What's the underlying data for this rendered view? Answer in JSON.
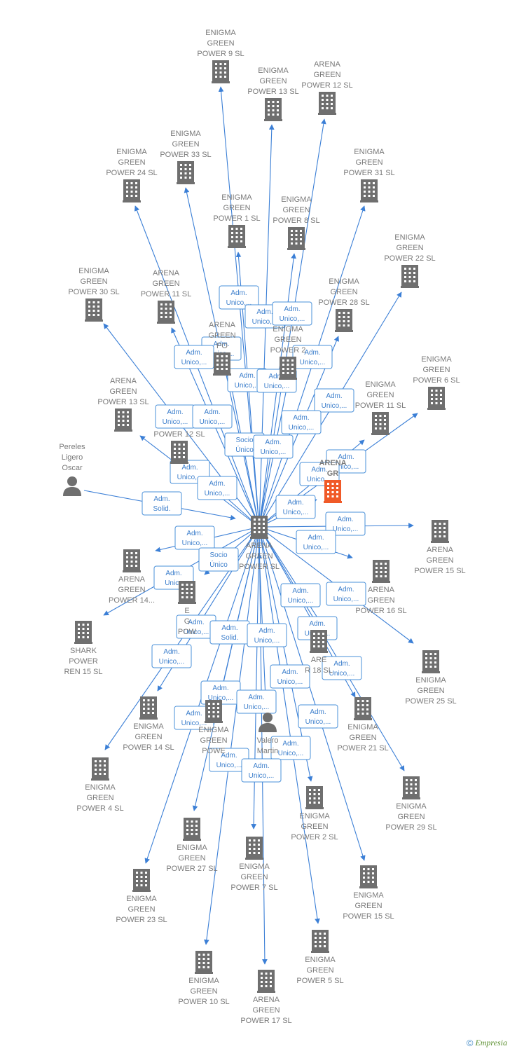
{
  "center": {
    "id": "center",
    "label": [
      "ARENA",
      "GREEN",
      "POWER  SL"
    ],
    "type": "company"
  },
  "nodes": [
    {
      "id": "egp9",
      "label": [
        "ENIGMA",
        "GREEN",
        "POWER 9  SL"
      ],
      "type": "company"
    },
    {
      "id": "egp13",
      "label": [
        "ENIGMA",
        "GREEN",
        "POWER 13  SL"
      ],
      "type": "company"
    },
    {
      "id": "agp12",
      "label": [
        "ARENA",
        "GREEN",
        "POWER 12  SL"
      ],
      "type": "company"
    },
    {
      "id": "egp33",
      "label": [
        "ENIGMA",
        "GREEN",
        "POWER 33  SL"
      ],
      "type": "company"
    },
    {
      "id": "egp24",
      "label": [
        "ENIGMA",
        "GREEN",
        "POWER 24  SL"
      ],
      "type": "company"
    },
    {
      "id": "egp31",
      "label": [
        "ENIGMA",
        "GREEN",
        "POWER 31  SL"
      ],
      "type": "company"
    },
    {
      "id": "egp1",
      "label": [
        "ENIGMA",
        "GREEN",
        "POWER 1  SL"
      ],
      "type": "company"
    },
    {
      "id": "egp8",
      "label": [
        "ENIGMA",
        "GREEN",
        "POWER 8  SL"
      ],
      "type": "company"
    },
    {
      "id": "egp22",
      "label": [
        "ENIGMA",
        "GREEN",
        "POWER 22  SL"
      ],
      "type": "company"
    },
    {
      "id": "egp30",
      "label": [
        "ENIGMA",
        "GREEN",
        "POWER 30  SL"
      ],
      "type": "company"
    },
    {
      "id": "agp11",
      "label": [
        "ARENA",
        "GREEN",
        "POWER 11  SL"
      ],
      "type": "company"
    },
    {
      "id": "egp28",
      "label": [
        "ENIGMA",
        "GREEN",
        "POWER 28  SL"
      ],
      "type": "company"
    },
    {
      "id": "agpx",
      "label": [
        "ARENA",
        "GREEN",
        "PO"
      ],
      "type": "company"
    },
    {
      "id": "egpx",
      "label": [
        "ENIGMA",
        "GREEN",
        "POWER 2"
      ],
      "type": "company"
    },
    {
      "id": "egp6",
      "label": [
        "ENIGMA",
        "GREEN",
        "POWER 6  SL"
      ],
      "type": "company"
    },
    {
      "id": "agp13",
      "label": [
        "ARENA",
        "GREEN",
        "POWER 13  SL"
      ],
      "type": "company"
    },
    {
      "id": "egp11",
      "label": [
        "ENIGMA",
        "GREEN",
        "POWER 11  SL"
      ],
      "type": "company"
    },
    {
      "id": "gp12",
      "label": [
        "POWER 12  SL"
      ],
      "type": "company"
    },
    {
      "id": "pereles",
      "label": [
        "Pereles",
        "Ligero",
        "Oscar"
      ],
      "type": "person"
    },
    {
      "id": "agr",
      "label": [
        "ARENA",
        "GR"
      ],
      "type": "company",
      "highlight": true
    },
    {
      "id": "agp15",
      "label": [
        "ARENA",
        "GREEN",
        "POWER 15  SL"
      ],
      "type": "company"
    },
    {
      "id": "agp14",
      "label": [
        "ARENA",
        "GREEN",
        "POWER 14..."
      ],
      "type": "company"
    },
    {
      "id": "agp16",
      "label": [
        "ARENA",
        "GREEN",
        "POWER 16  SL"
      ],
      "type": "company"
    },
    {
      "id": "egy",
      "label": [
        "E",
        "G",
        "POW"
      ],
      "type": "company"
    },
    {
      "id": "shark",
      "label": [
        "SHARK",
        "POWER",
        "REN 15  SL"
      ],
      "type": "company"
    },
    {
      "id": "ar18",
      "label": [
        "ARE",
        "R 18  SL"
      ],
      "type": "company"
    },
    {
      "id": "egp25",
      "label": [
        "ENIGMA",
        "GREEN",
        "POWER 25  SL"
      ],
      "type": "company"
    },
    {
      "id": "egp14",
      "label": [
        "ENIGMA",
        "GREEN",
        "POWER 14  SL"
      ],
      "type": "company"
    },
    {
      "id": "egz",
      "label": [
        "ENIGMA",
        "GREEN",
        "POWE"
      ],
      "type": "company"
    },
    {
      "id": "valero",
      "label": [
        "Valero",
        "Martin"
      ],
      "type": "person"
    },
    {
      "id": "egp21",
      "label": [
        "ENIGMA",
        "GREEN",
        "POWER 21  SL"
      ],
      "type": "company"
    },
    {
      "id": "egp4",
      "label": [
        "ENIGMA",
        "GREEN",
        "POWER 4  SL"
      ],
      "type": "company"
    },
    {
      "id": "egp29",
      "label": [
        "ENIGMA",
        "GREEN",
        "POWER 29  SL"
      ],
      "type": "company"
    },
    {
      "id": "egp2",
      "label": [
        "ENIGMA",
        "GREEN",
        "POWER 2  SL"
      ],
      "type": "company"
    },
    {
      "id": "egp27",
      "label": [
        "ENIGMA",
        "GREEN",
        "POWER 27  SL"
      ],
      "type": "company"
    },
    {
      "id": "egp7",
      "label": [
        "ENIGMA",
        "GREEN",
        "POWER 7  SL"
      ],
      "type": "company"
    },
    {
      "id": "egp15",
      "label": [
        "ENIGMA",
        "GREEN",
        "POWER 15  SL"
      ],
      "type": "company"
    },
    {
      "id": "egp23",
      "label": [
        "ENIGMA",
        "GREEN",
        "POWER 23  SL"
      ],
      "type": "company"
    },
    {
      "id": "egp5",
      "label": [
        "ENIGMA",
        "GREEN",
        "POWER 5  SL"
      ],
      "type": "company"
    },
    {
      "id": "egp10",
      "label": [
        "ENIGMA",
        "GREEN",
        "POWER 10  SL"
      ],
      "type": "company"
    },
    {
      "id": "agp17",
      "label": [
        "ARENA",
        "GREEN",
        "POWER 17  SL"
      ],
      "type": "company"
    }
  ],
  "relations": [
    [
      "Adm.",
      "Unico,..."
    ],
    [
      "Adm.",
      "Unico,..."
    ],
    [
      "Adm.",
      "Unico,..."
    ],
    [
      "Adm.",
      "Unico,..."
    ],
    [
      "Adm.",
      "Unico,..."
    ],
    [
      "Adm.",
      "Unico,..."
    ],
    [
      "Adm.",
      "Unico,..."
    ],
    [
      "Adm.",
      "Unico,..."
    ],
    [
      "Adm.",
      "Unico,..."
    ],
    [
      "Adm.",
      "Unico,..."
    ],
    [
      "Adm.",
      "Unico,..."
    ],
    [
      "Adm.",
      "Unico,..."
    ],
    [
      "Socio",
      "Único"
    ],
    [
      "Adm.",
      "Unico,..."
    ],
    [
      "Adm.",
      "Unico,..."
    ],
    [
      "Adm.",
      "Unico,..."
    ],
    [
      "Adm.",
      "Unico,..."
    ],
    [
      "Adm.",
      "Solid."
    ],
    [
      "Adm.",
      "Unico,..."
    ],
    [
      "Adm.",
      "Unico,..."
    ],
    [
      "Adm.",
      "Unico,..."
    ],
    [
      "Adm.",
      "Unico,..."
    ],
    [
      "Adm.",
      "Unico,..."
    ],
    [
      "Adm.",
      "Unico"
    ],
    [
      "Socio",
      "Único"
    ],
    [
      "Adm.",
      "Unico,..."
    ],
    [
      "Adm.",
      "Unico,..."
    ],
    [
      "Adm.",
      "Unico,..."
    ],
    [
      "Adm.",
      "Solid."
    ],
    [
      "Adm.",
      "Unico,..."
    ],
    [
      "Adm.",
      "Unico,..."
    ],
    [
      "Adm.",
      "Unico,..."
    ],
    [
      "Adm.",
      "Unico,..."
    ],
    [
      "Adm.",
      "Unico,..."
    ],
    [
      "Adm.",
      "Unico,..."
    ],
    [
      "Adm.",
      "Unico,..."
    ],
    [
      "Adm.",
      "Unico,..."
    ],
    [
      "Adm.",
      "Unico,..."
    ],
    [
      "Adm.",
      "Unico,..."
    ],
    [
      "Adm.",
      "Unico,..."
    ],
    [
      "Adm.",
      "Unico,..."
    ]
  ],
  "colors": {
    "edge": "#3b7fd6",
    "node": "#6f6f6f",
    "highlight": "#f05a28",
    "label": "#7a7a7a"
  },
  "footer": {
    "copyright": "©",
    "brand": "Empresia"
  }
}
